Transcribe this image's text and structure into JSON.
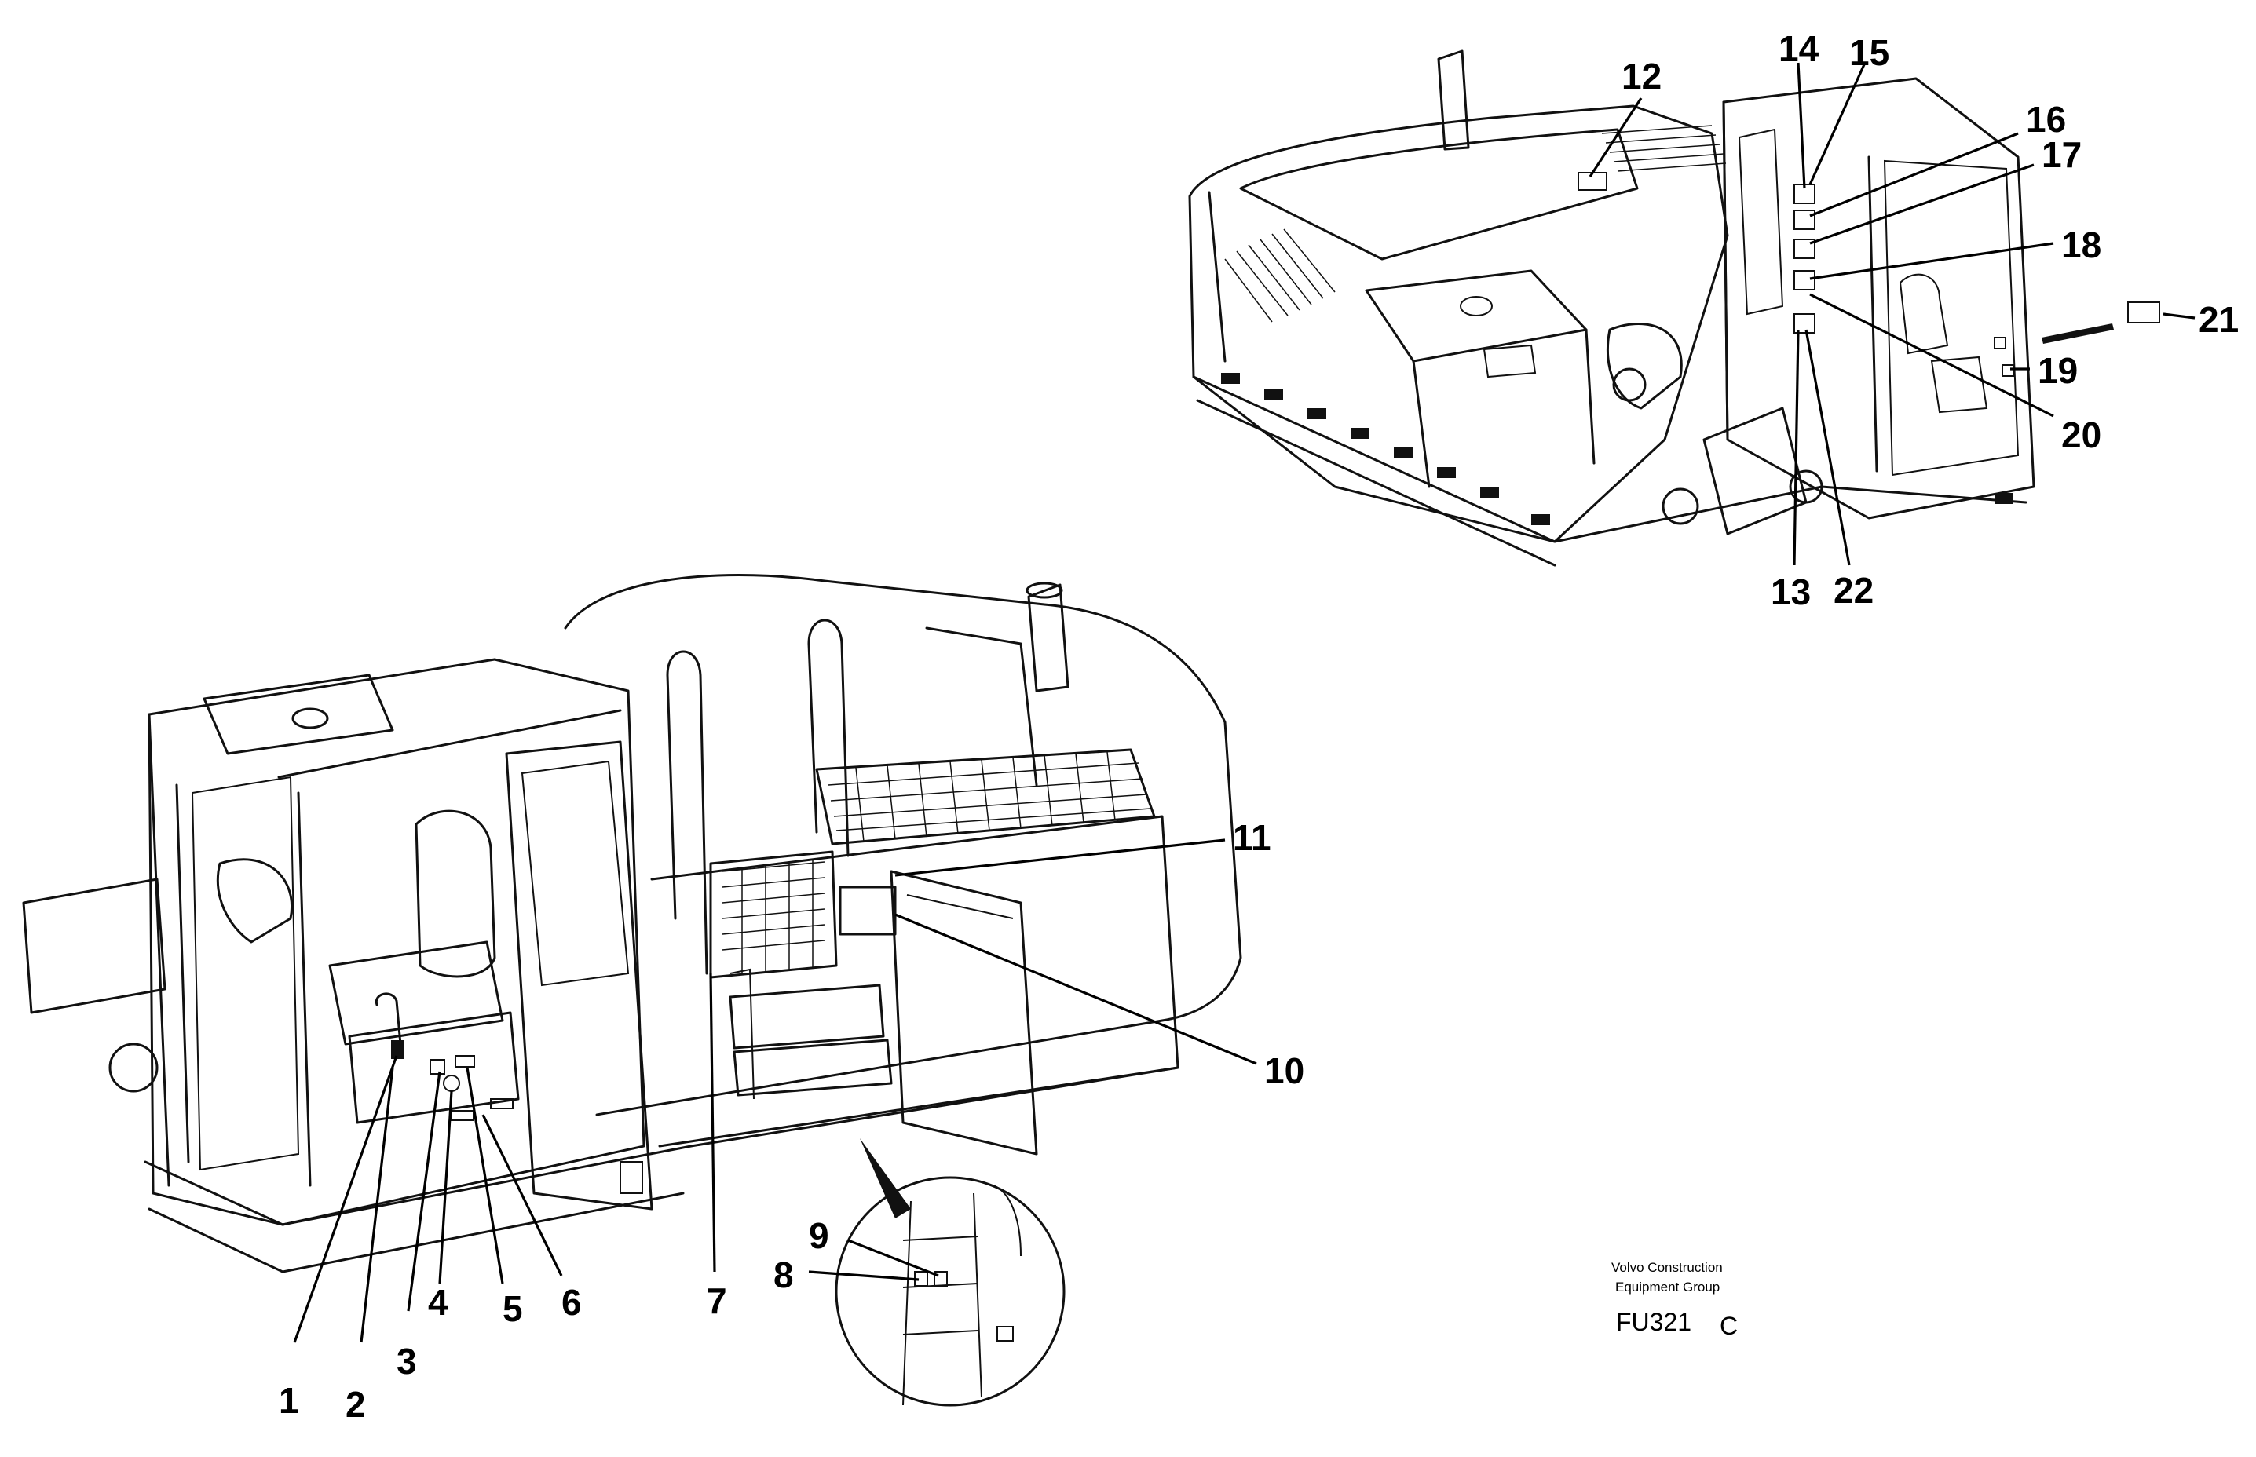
{
  "callouts": {
    "c1": "1",
    "c2": "2",
    "c3": "3",
    "c4": "4",
    "c5": "5",
    "c6": "6",
    "c7": "7",
    "c8": "8",
    "c9": "9",
    "c10": "10",
    "c11": "11",
    "c12": "12",
    "c13": "13",
    "c14": "14",
    "c15": "15",
    "c16": "16",
    "c17": "17",
    "c18": "18",
    "c19": "19",
    "c20": "20",
    "c21": "21",
    "c22": "22"
  },
  "credit": {
    "line1": "Volvo Construction",
    "line2": "Equipment Group"
  },
  "drawing_code": {
    "main": "FU321",
    "suffix": "C"
  }
}
